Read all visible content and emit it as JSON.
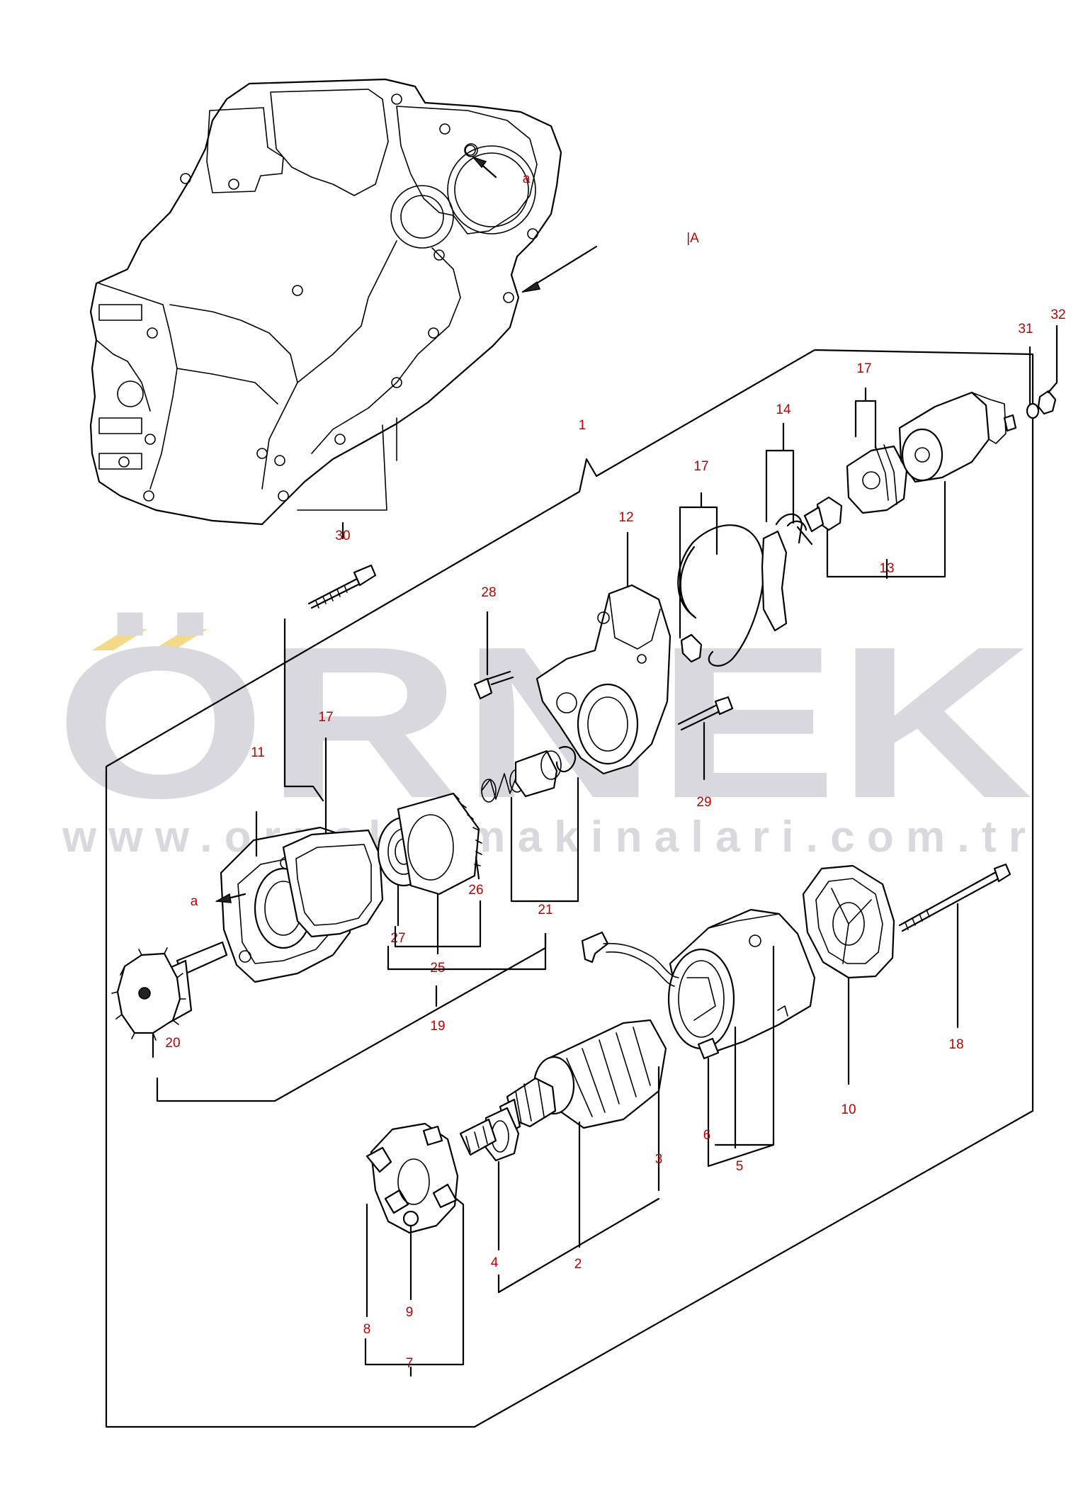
{
  "watermark": {
    "brand": "ÖRNEK",
    "url": "www.ornekismakinalari.com.tr",
    "accent_color": "#f3d98a",
    "text_color": "#d8d8de"
  },
  "view_marker": "|A",
  "labels": {
    "a_top": "a",
    "a_left": "a",
    "p1": "1",
    "p2": "2",
    "p3": "3",
    "p4": "4",
    "p5": "5",
    "p6": "6",
    "p7": "7",
    "p8": "8",
    "p9": "9",
    "p10": "10",
    "p11": "11",
    "p12": "12",
    "p13": "13",
    "p14": "14",
    "p17a": "17",
    "p17b": "17",
    "p17c": "17",
    "p18": "18",
    "p19": "19",
    "p20": "20",
    "p21": "21",
    "p25": "25",
    "p26": "26",
    "p27": "27",
    "p28": "28",
    "p29": "29",
    "p30": "30",
    "p31": "31",
    "p32": "32"
  },
  "label_color": "#c00000"
}
